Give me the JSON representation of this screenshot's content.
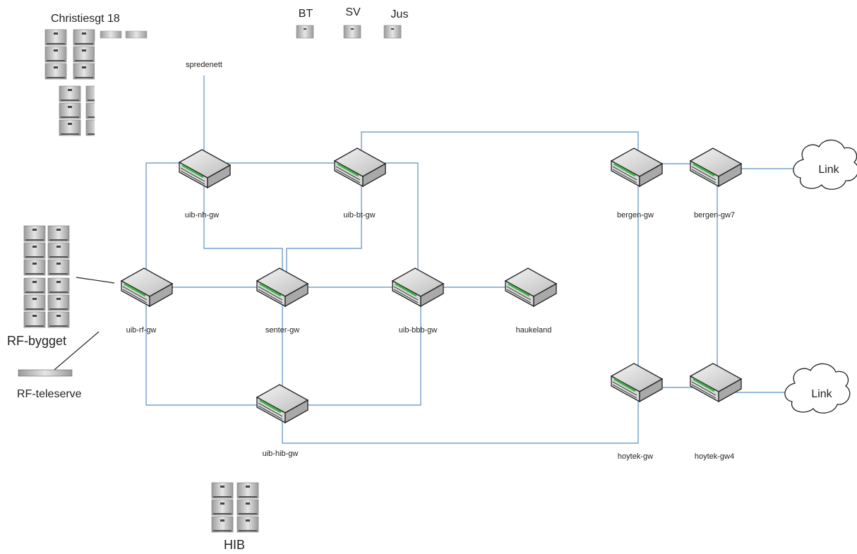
{
  "sites": {
    "christiesgt": "Christiesgt 18",
    "bt": "BT",
    "sv": "SV",
    "jus": "Jus",
    "rf_bygget": "RF-bygget",
    "rf_teleserver": "RF-teleserve",
    "hib": "HIB",
    "spredenett": "spredenett"
  },
  "routers": {
    "uib_nh_gw": "uib-nh-gw",
    "uib_bt_gw": "uib-bt-gw",
    "uib_rf_gw": "uib-rf-gw",
    "senter_gw": "senter-gw",
    "uib_bbb_gw": "uib-bbb-gw",
    "haukeland": "haukeland",
    "uib_hib_gw": "uib-hib-gw",
    "bergen_gw": "bergen-gw",
    "bergen_gw7": "bergen-gw7",
    "hoytek_gw": "hoytek-gw",
    "hoytek_gw4": "hoytek-gw4"
  },
  "clouds": {
    "link_top": "Link",
    "link_bottom": "Link"
  },
  "colors": {
    "link_line": "#5b8fc4",
    "router_accent": "#3cb043"
  }
}
